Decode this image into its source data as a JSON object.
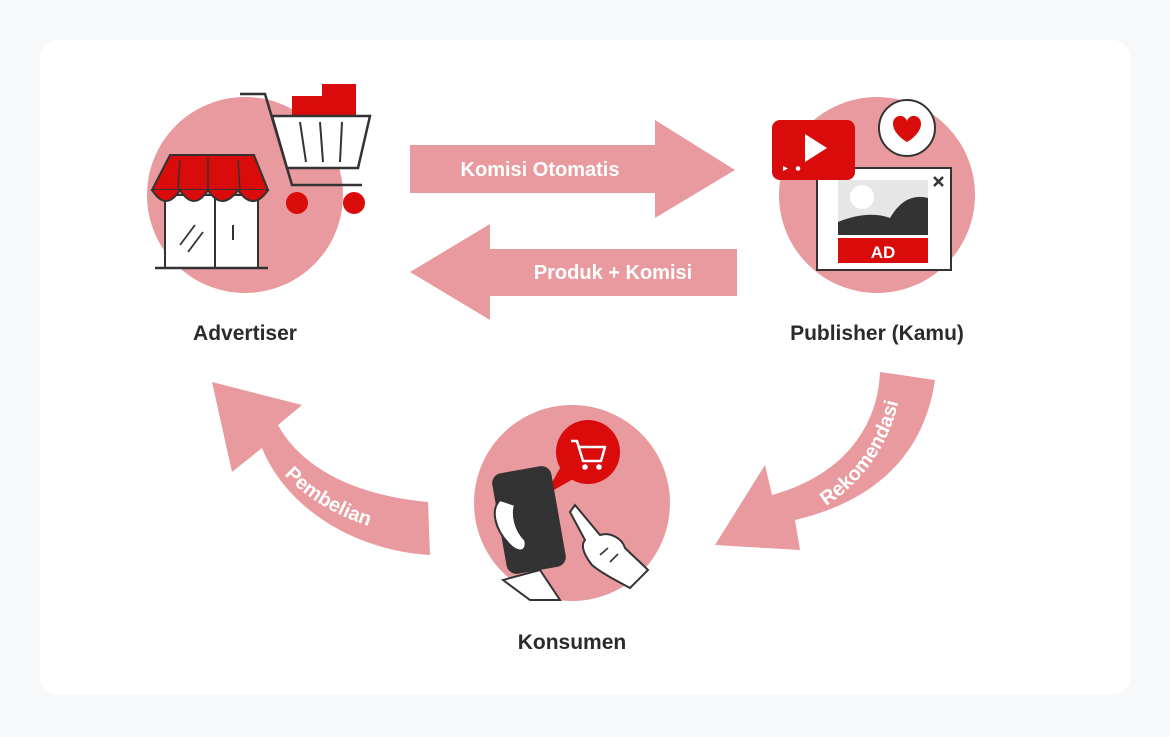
{
  "nodes": {
    "advertiser": {
      "label": "Advertiser"
    },
    "publisher": {
      "label": "Publisher (Kamu)"
    },
    "consumer": {
      "label": "Konsumen"
    }
  },
  "flows": {
    "commission": {
      "label": "Komisi Otomatis"
    },
    "product": {
      "label": "Produk + Komisi"
    },
    "recommendation": {
      "label": "Rekomendasi"
    },
    "purchase": {
      "label": "Pembelian"
    }
  },
  "ad_badge": {
    "text": "AD"
  },
  "colors": {
    "accent_red": "#d90b0b",
    "pink": "#e99a9e",
    "dark": "#333333",
    "card": "#ffffff",
    "background": "#f7f8fa"
  },
  "icons": [
    "store-icon",
    "shopping-cart-icon",
    "video-play-icon",
    "heart-icon",
    "ad-image-icon",
    "close-icon",
    "smartphone-icon",
    "cart-bubble-icon",
    "hand-icon"
  ]
}
